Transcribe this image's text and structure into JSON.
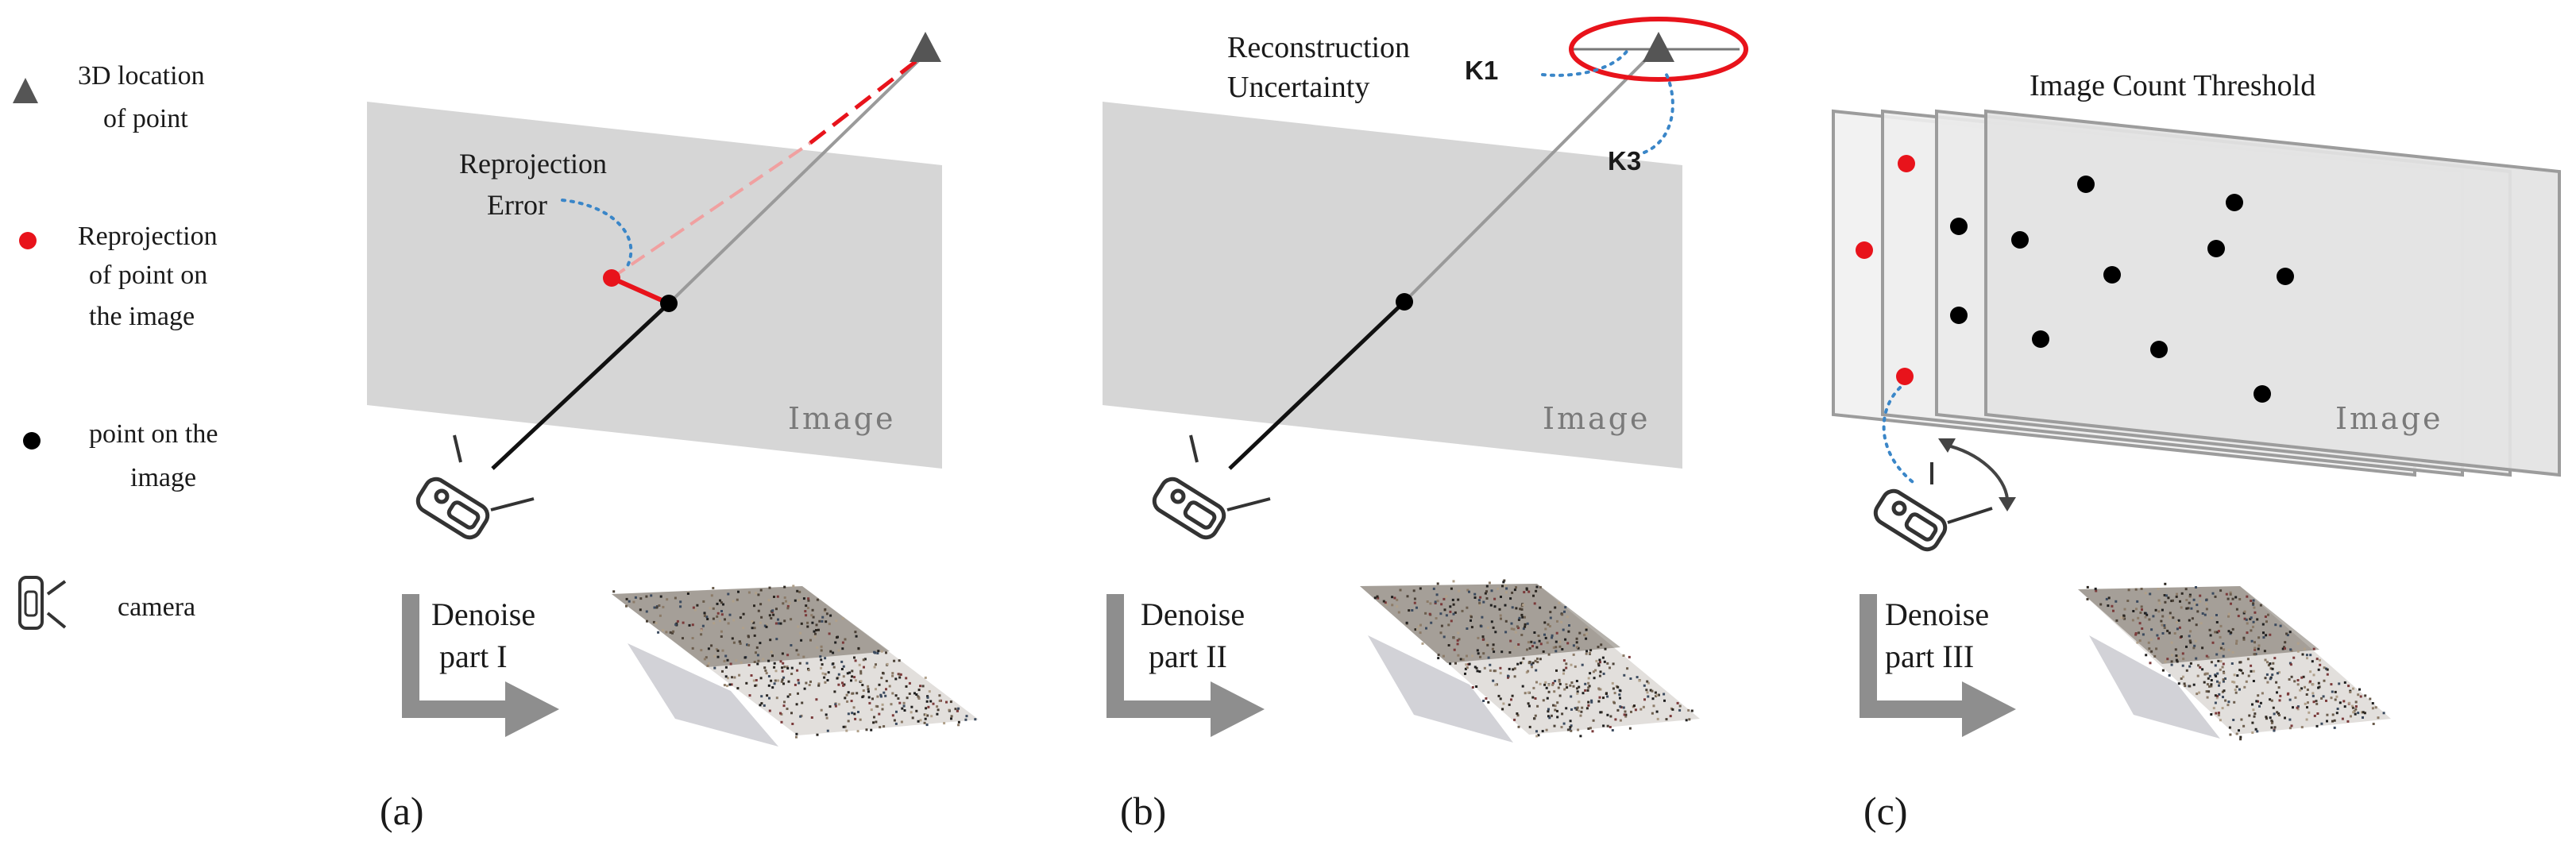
{
  "legend": {
    "location_3d": [
      "3D location",
      "of point"
    ],
    "reprojection": [
      "Reprojection",
      "of point on",
      "the image"
    ],
    "point_on_image": [
      "point on the",
      "image"
    ],
    "camera": "camera"
  },
  "panel_a": {
    "caption": "(a)",
    "error_label": [
      "Reprojection",
      "Error"
    ],
    "image_label": "Image",
    "denoise_label": [
      "Denoise",
      "part I"
    ]
  },
  "panel_b": {
    "caption": "(b)",
    "uncertainty_label": [
      "Reconstruction",
      "Uncertainty"
    ],
    "k1_label": "K1",
    "k3_label": "K3",
    "image_label": "Image",
    "denoise_label": [
      "Denoise",
      "part II"
    ]
  },
  "panel_c": {
    "caption": "(c)",
    "threshold_label": "Image Count Threshold",
    "image_label": "Image",
    "denoise_label": [
      "Denoise",
      "part III"
    ]
  },
  "colors": {
    "reprojection": "#e8131b",
    "point": "#000000",
    "plane": "#d6d6d6",
    "arrow": "#8e8e8e",
    "dotted": "#3a86c8",
    "triangle": "#555555"
  }
}
